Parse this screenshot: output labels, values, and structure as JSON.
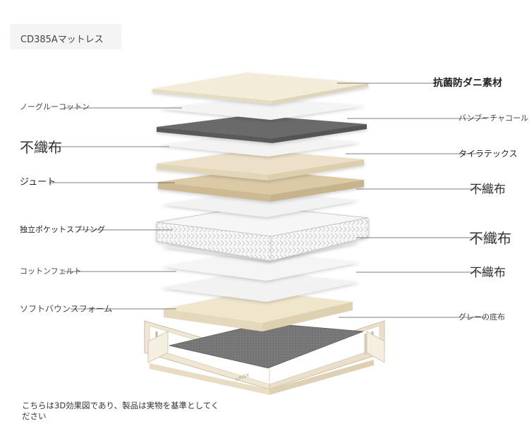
{
  "title": "CD385Aマットレス",
  "left_labels": [
    {
      "text": "ノーグルーコットン"
    },
    {
      "text": "不織布"
    },
    {
      "text": "ジュート"
    },
    {
      "text": "独立ポケットスプリング"
    },
    {
      "text": "コットンフェルト"
    },
    {
      "text": "ソフトバウンスフォーム"
    }
  ],
  "right_labels": [
    {
      "text": "抗菌防ダニ素材"
    },
    {
      "text": "バンブーチャコール"
    },
    {
      "text": "タイラテックス"
    },
    {
      "text": "不織布"
    },
    {
      "text": "不織布"
    },
    {
      "text": "不織布"
    },
    {
      "text": "グレーの底布"
    }
  ],
  "brand": "LINSY",
  "note": "こちらは3D効果図であり、製品は実物を基準としてください",
  "colors": {
    "cream": "#f1ead8",
    "white_layer": "#f3f3f3",
    "charcoal": "#6a6a6a",
    "latex": "#eadfc6",
    "jute": "#d9c8a6",
    "bottom_fabric": "#7a7a7a"
  }
}
